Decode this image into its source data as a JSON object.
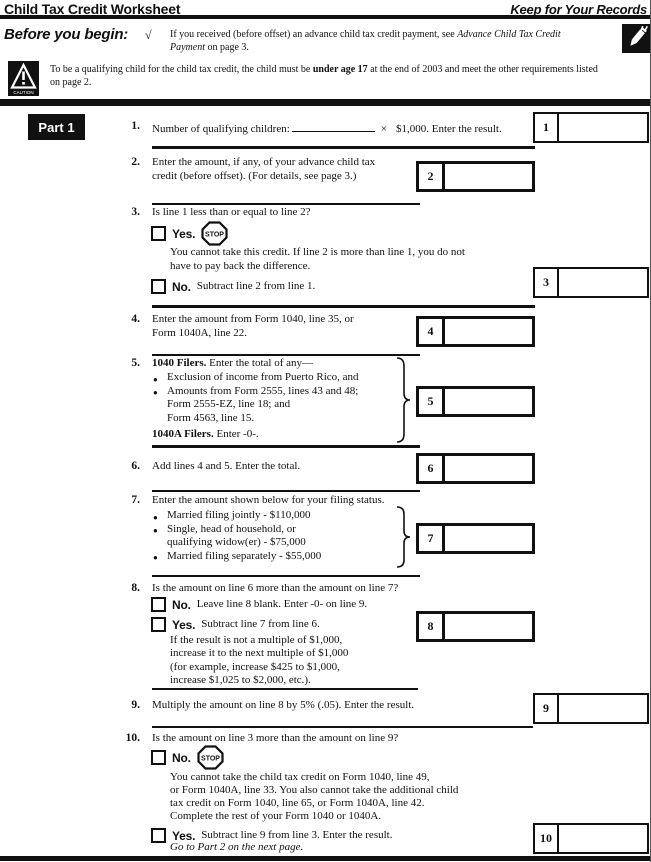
{
  "header": {
    "title": "Child Tax Credit Worksheet",
    "keep": "Keep for Your Records"
  },
  "before": {
    "label": "Before you begin:",
    "check": "√",
    "line1_pre": "If you received (before offset) an advance child tax credit payment, see ",
    "line1_italic": "Advance Child Tax Credit",
    "line2_italic": "Payment",
    "line2_post": " on page 3."
  },
  "caution": {
    "icon_label": "CAUTION",
    "pre": "To be a qualifying child for the child tax credit, the child must be ",
    "bold": "under age 17",
    "post": " at the end of 2003 and meet the other requirements listed",
    "line2": "on page 2."
  },
  "part1": "Part 1",
  "stop": "STOP",
  "lines": {
    "l1": {
      "num": "1.",
      "pre": "Number of qualifying children:",
      "times": "×",
      "post": "$1,000. Enter the result.",
      "box": "1"
    },
    "l2": {
      "num": "2.",
      "text": "Enter the amount, if any, of your advance child tax\ncredit (before offset). (For details, see page 3.)",
      "box": "2"
    },
    "l3": {
      "num": "3.",
      "q": "Is line 1 less than or equal to line 2?",
      "yes": "Yes.",
      "yes_text": "You cannot take this credit. If line 2 is more than line 1, you do not\nhave to pay back the difference.",
      "no": "No.",
      "no_text": "Subtract line 2 from line 1.",
      "box": "3"
    },
    "l4": {
      "num": "4.",
      "text": "Enter the amount from Form 1040, line 35, or\nForm 1040A, line 22.",
      "box": "4"
    },
    "l5": {
      "num": "5.",
      "head_bold": "1040 Filers.",
      "head_rest": " Enter the total of any—",
      "bullets": [
        "Exclusion of income from Puerto Rico, and",
        "Amounts from Form 2555, lines 43 and 48;\nForm 2555-EZ, line 18; and\nForm 4563, line 15."
      ],
      "foot_bold": "1040A Filers.",
      "foot_rest": " Enter -0-.",
      "box": "5"
    },
    "l6": {
      "num": "6.",
      "text": "Add lines 4 and 5. Enter the total.",
      "box": "6"
    },
    "l7": {
      "num": "7.",
      "text": "Enter the amount shown below for your filing status.",
      "bullets": [
        "Married filing jointly - $110,000",
        "Single, head of household, or\nqualifying widow(er) - $75,000",
        "Married filing separately - $55,000"
      ],
      "box": "7"
    },
    "l8": {
      "num": "8.",
      "q": "Is the amount on line 6 more than the amount on line 7?",
      "no": "No.",
      "no_text": "Leave line 8 blank. Enter -0- on line 9.",
      "yes": "Yes.",
      "yes_text": "Subtract line 7 from line 6.",
      "note": "If the result is not a multiple of $1,000,\nincrease it to the next multiple of $1,000\n(for example, increase $425 to $1,000,\nincrease $1,025 to $2,000, etc.).",
      "box": "8"
    },
    "l9": {
      "num": "9.",
      "text": "Multiply the amount on line 8 by 5% (.05). Enter the result.",
      "box": "9"
    },
    "l10": {
      "num": "10.",
      "q": "Is the amount on line 3 more than the amount on line 9?",
      "no": "No.",
      "no_text": "You cannot take the child tax credit on Form 1040, line 49,\nor Form 1040A, line 33. You also cannot take the additional child\ntax credit on Form 1040, line 65, or Form 1040A, line 42.\nComplete the rest of your Form 1040 or 1040A.",
      "yes": "Yes.",
      "yes_text": "Subtract line 9 from line 3. Enter the result.",
      "yes_italic": "Go to Part 2 on the next page.",
      "box": "10"
    }
  }
}
